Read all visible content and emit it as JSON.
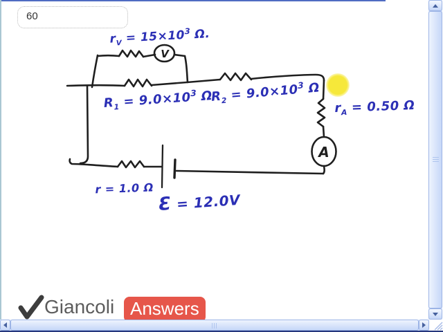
{
  "page": {
    "problem_number": "60"
  },
  "circuit": {
    "voltmeter_label": "V",
    "ammeter_label": "A",
    "labels": {
      "rv": {
        "pre": "r",
        "sub": "V",
        "mid": " = 15×10",
        "sup": "3",
        "post": " Ω."
      },
      "r1": {
        "pre": "R",
        "sub": "1",
        "mid": " = 9.0×10",
        "sup": "3",
        "post": " Ω"
      },
      "r2": {
        "pre": "R",
        "sub": "2",
        "mid": " = 9.0×10",
        "sup": "3",
        "post": " Ω"
      },
      "ra": {
        "pre": "r",
        "sub": "A",
        "mid": " = 0.50",
        "sup": "",
        "post": " Ω"
      },
      "r_internal": {
        "pre": "r",
        "sub": "",
        "mid": " = 1.0",
        "sup": "",
        "post": " Ω"
      },
      "emf": {
        "pre": "Ɛ",
        "sub": "",
        "mid": " = 12.0V",
        "sup": "",
        "post": ""
      }
    },
    "colors": {
      "ink_blue": "#2b2fb5",
      "wire_black": "#1f1f1f",
      "highlight_yellow": "#f6e83a"
    }
  },
  "logo": {
    "brand": "Giancoli",
    "badge": "Answers",
    "badge_color": "#e6564a",
    "check_icon": "checkmark"
  },
  "scrollbars": {
    "up_icon": "chevron-up",
    "down_icon": "chevron-down",
    "left_icon": "chevron-left",
    "right_icon": "chevron-right",
    "accent": "#c6d7f8"
  }
}
